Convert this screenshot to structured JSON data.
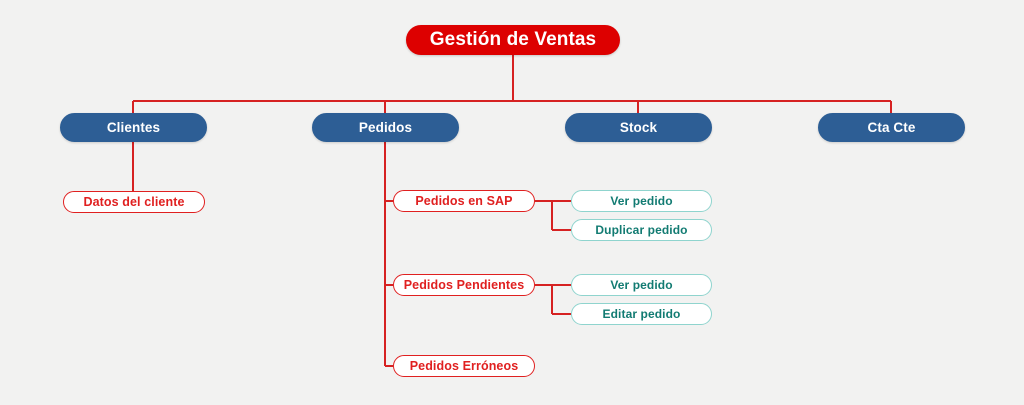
{
  "diagram": {
    "title": "Gestión de Ventas",
    "type": "hierarchical-tree",
    "background_color": "#f2f2f1",
    "colors": {
      "root_fill": "#dd0000",
      "root_text": "#ffffff",
      "branch_fill": "#2d5e95",
      "branch_text": "#ffffff",
      "sub_border": "#e02020",
      "sub_text": "#e02020",
      "leaf_border": "#8fd4ce",
      "leaf_text": "#127b72",
      "connector": "#d62222"
    }
  },
  "nodes": {
    "root": {
      "label": "Gestión de Ventas"
    },
    "level2": [
      {
        "label": "Clientes"
      },
      {
        "label": "Pedidos"
      },
      {
        "label": "Stock"
      },
      {
        "label": "Cta Cte"
      }
    ],
    "clientes_children": [
      {
        "label": "Datos del cliente"
      }
    ],
    "pedidos_children": [
      {
        "label": "Pedidos en SAP"
      },
      {
        "label": "Pedidos Pendientes"
      },
      {
        "label": "Pedidos Erróneos"
      }
    ],
    "sap_children": [
      {
        "label": "Ver pedido"
      },
      {
        "label": "Duplicar pedido"
      }
    ],
    "pendientes_children": [
      {
        "label": "Ver pedido"
      },
      {
        "label": "Editar pedido"
      }
    ]
  }
}
